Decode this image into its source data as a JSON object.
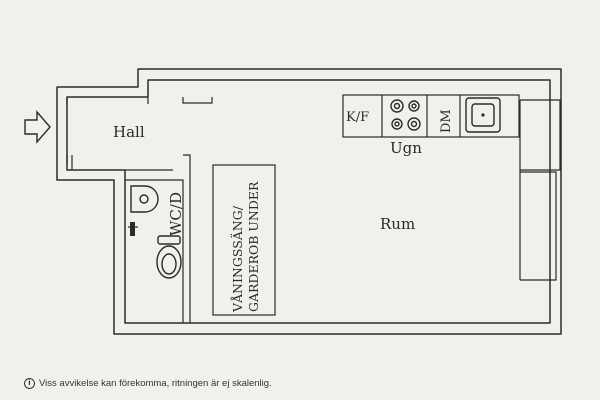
{
  "rooms": {
    "hall": "Hall",
    "rum": "Rum",
    "wc": "WC/D",
    "ugn": "Ugn",
    "kf": "K/F",
    "dm": "DM",
    "bed_line1": "VÅNINGSSÄNG/",
    "bed_line2": "GARDEROB UNDER"
  },
  "footer": {
    "icon": "info-icon",
    "text": "Viss avvikelse kan förekomma, ritningen är ej skalenlig."
  }
}
